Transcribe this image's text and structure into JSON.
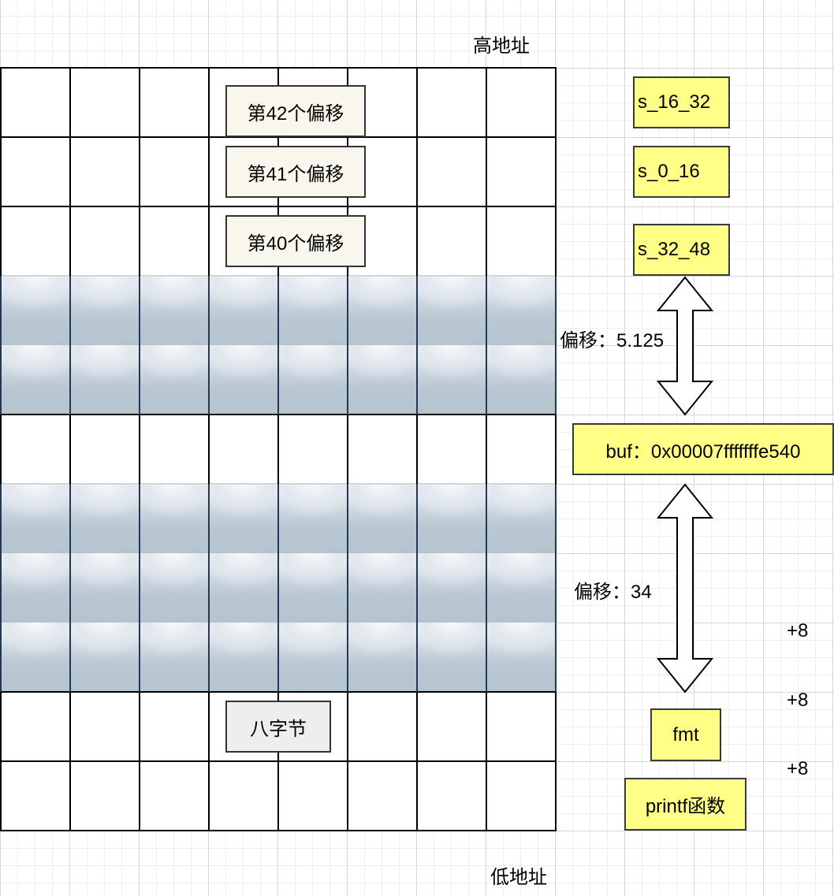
{
  "labels": {
    "high_address": "高地址",
    "low_address": "低地址",
    "offset_upper": "偏移：5.125",
    "offset_lower": "偏移：34",
    "plus_8_a": "+8",
    "plus_8_b": "+8",
    "plus_8_c": "+8"
  },
  "stack_boxes": {
    "offset_42": "第42个偏移",
    "offset_41": "第41个偏移",
    "offset_40": "第40个偏移",
    "eight_bytes": "八字节"
  },
  "yellow_boxes": {
    "s_16_32": "s_16_32",
    "s_0_16": "s_0_16",
    "s_32_48": "s_32_48",
    "buf": "buf：0x00007fffffffe540",
    "fmt": "fmt",
    "printf": "printf函数"
  },
  "grid": {
    "columns": 8,
    "rows": 11,
    "shaded_rows": [
      3,
      4,
      6,
      7,
      8
    ]
  },
  "colors": {
    "yellow_box": "#ffff88",
    "beige_box": "#f9f7ed",
    "grey_box": "#eeeeee",
    "shaded_row": "#bac8d4"
  }
}
